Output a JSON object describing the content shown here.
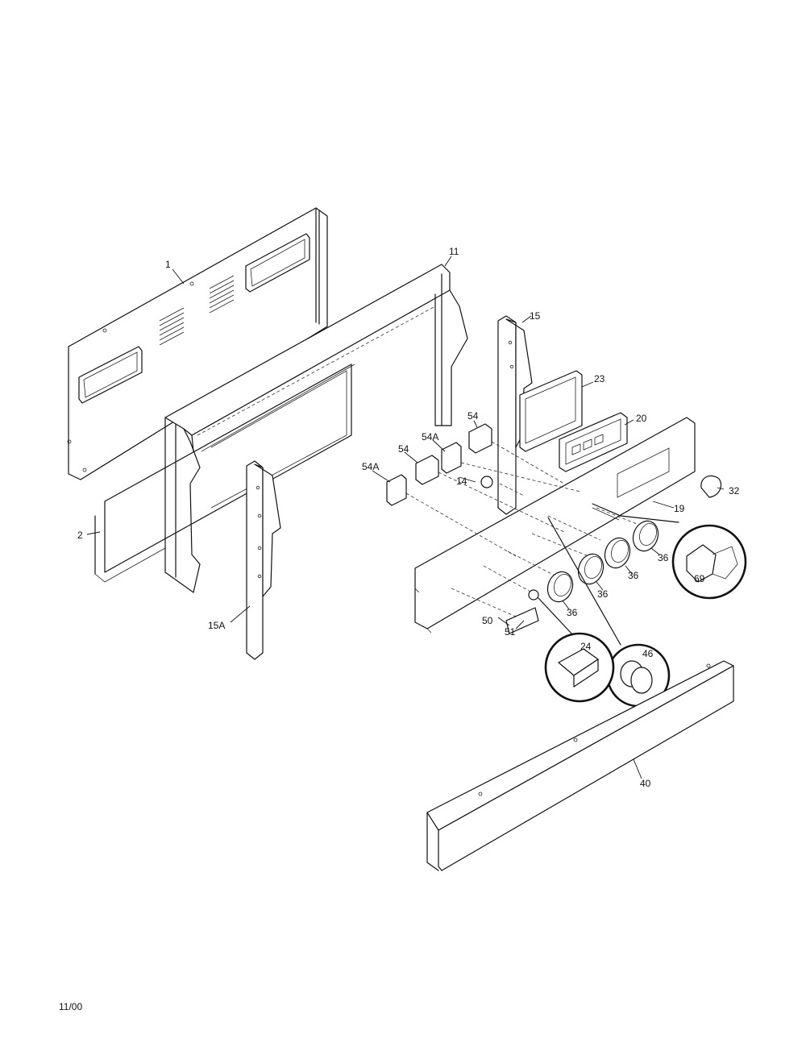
{
  "diagram": {
    "callouts": {
      "p1": "1",
      "p2": "2",
      "p11": "11",
      "p14": "14",
      "p15": "15",
      "p15a": "15A",
      "p19": "19",
      "p20": "20",
      "p23": "23",
      "p24": "24",
      "p32": "32",
      "p36a": "36",
      "p36b": "36",
      "p36c": "36",
      "p36d": "36",
      "p40": "40",
      "p46": "46",
      "p50": "50",
      "p51": "51",
      "p54a": "54",
      "p54b": "54",
      "p54A_1": "54A",
      "p54A_2": "54A",
      "p69": "69"
    }
  },
  "footer": {
    "date_code": "11/00"
  }
}
